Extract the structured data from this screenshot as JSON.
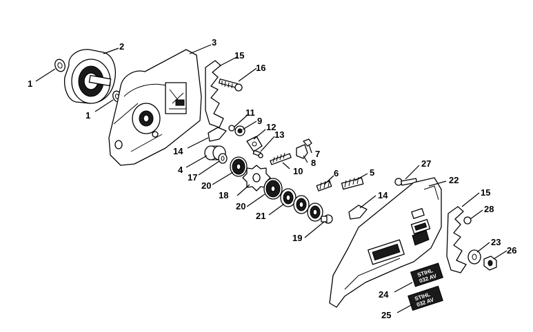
{
  "diagram": {
    "callouts": [
      {
        "id": "c1a",
        "text": "1"
      },
      {
        "id": "c1b",
        "text": "1"
      },
      {
        "id": "c2",
        "text": "2"
      },
      {
        "id": "c3",
        "text": "3"
      },
      {
        "id": "c4",
        "text": "4"
      },
      {
        "id": "c5",
        "text": "5"
      },
      {
        "id": "c6",
        "text": "6"
      },
      {
        "id": "c7",
        "text": "7"
      },
      {
        "id": "c8",
        "text": "8"
      },
      {
        "id": "c9",
        "text": "9"
      },
      {
        "id": "c10",
        "text": "10"
      },
      {
        "id": "c11",
        "text": "11"
      },
      {
        "id": "c12",
        "text": "12"
      },
      {
        "id": "c13",
        "text": "13"
      },
      {
        "id": "c14a",
        "text": "14"
      },
      {
        "id": "c14b",
        "text": "14"
      },
      {
        "id": "c15a",
        "text": "15"
      },
      {
        "id": "c15b",
        "text": "15"
      },
      {
        "id": "c16",
        "text": "16"
      },
      {
        "id": "c17",
        "text": "17"
      },
      {
        "id": "c18",
        "text": "18"
      },
      {
        "id": "c19",
        "text": "19"
      },
      {
        "id": "c20a",
        "text": "20"
      },
      {
        "id": "c20b",
        "text": "20"
      },
      {
        "id": "c21",
        "text": "21"
      },
      {
        "id": "c22",
        "text": "22"
      },
      {
        "id": "c23",
        "text": "23"
      },
      {
        "id": "c24",
        "text": "24"
      },
      {
        "id": "c25",
        "text": "25"
      },
      {
        "id": "c26",
        "text": "26"
      },
      {
        "id": "c27",
        "text": "27"
      },
      {
        "id": "c28",
        "text": "28"
      }
    ],
    "decals": [
      {
        "line1": "STIHL",
        "line2": "032 AV"
      },
      {
        "line1": "STIHL",
        "line2": "032 AV"
      }
    ]
  }
}
